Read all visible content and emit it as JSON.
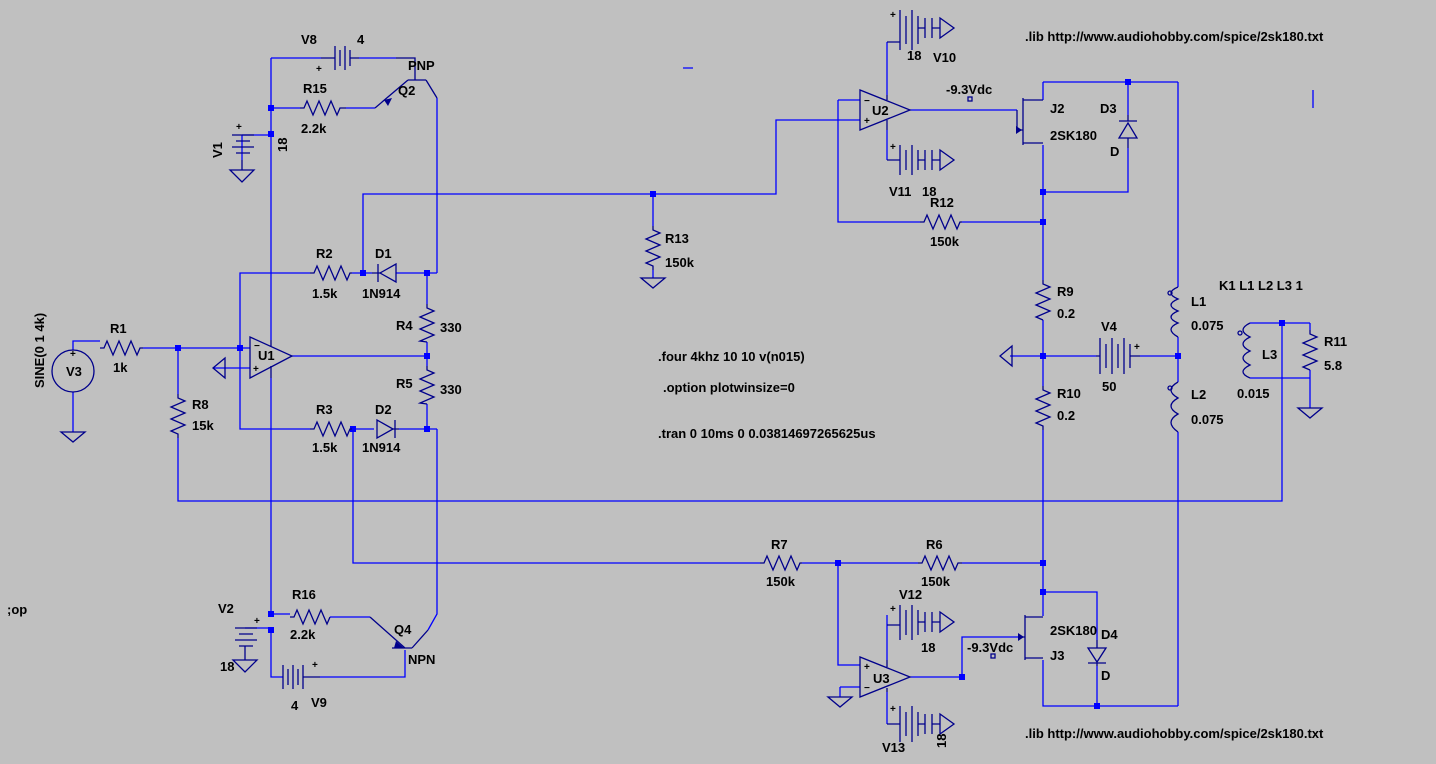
{
  "components": [
    {
      "ref": "R1",
      "value": "1k"
    },
    {
      "ref": "R2",
      "value": "1.5k"
    },
    {
      "ref": "R3",
      "value": "1.5k"
    },
    {
      "ref": "R4",
      "value": "330"
    },
    {
      "ref": "R5",
      "value": "330"
    },
    {
      "ref": "R6",
      "value": "150k"
    },
    {
      "ref": "R7",
      "value": "150k"
    },
    {
      "ref": "R8",
      "value": "15k"
    },
    {
      "ref": "R9",
      "value": "0.2"
    },
    {
      "ref": "R10",
      "value": "0.2"
    },
    {
      "ref": "R11",
      "value": "5.8"
    },
    {
      "ref": "R12",
      "value": "150k"
    },
    {
      "ref": "R13",
      "value": "150k"
    },
    {
      "ref": "R15",
      "value": "2.2k"
    },
    {
      "ref": "R16",
      "value": "2.2k"
    },
    {
      "ref": "D1",
      "value": "1N914"
    },
    {
      "ref": "D2",
      "value": "1N914"
    },
    {
      "ref": "D3",
      "value": "D"
    },
    {
      "ref": "D4",
      "value": "D"
    },
    {
      "ref": "Q2",
      "value": "PNP"
    },
    {
      "ref": "Q4",
      "value": "NPN"
    },
    {
      "ref": "J2",
      "value": "2SK180"
    },
    {
      "ref": "J3",
      "value": "2SK180"
    },
    {
      "ref": "U1",
      "value": ""
    },
    {
      "ref": "U2",
      "value": ""
    },
    {
      "ref": "U3",
      "value": ""
    },
    {
      "ref": "V1",
      "value": "18"
    },
    {
      "ref": "V2",
      "value": "18"
    },
    {
      "ref": "V3",
      "value": "SINE(0 1 4k)"
    },
    {
      "ref": "V4",
      "value": "50"
    },
    {
      "ref": "V8",
      "value": "4"
    },
    {
      "ref": "V9",
      "value": "4"
    },
    {
      "ref": "V10",
      "value": "18"
    },
    {
      "ref": "V11",
      "value": "18"
    },
    {
      "ref": "V12",
      "value": "18"
    },
    {
      "ref": "V13",
      "value": "18"
    },
    {
      "ref": "L1",
      "value": "0.075"
    },
    {
      "ref": "L2",
      "value": "0.075"
    },
    {
      "ref": "L3",
      "value": "0.015"
    }
  ],
  "net_labels": {
    "j2_gate": "-9.3Vdc",
    "j3_gate": "-9.3Vdc"
  },
  "directives": {
    "lib_top": ".lib http://www.audiohobby.com/spice/2sk180.txt",
    "lib_bottom": ".lib http://www.audiohobby.com/spice/2sk180.txt",
    "coupling": "K1 L1 L2 L3 1",
    "four": ".four 4khz 10 10 v(n015)",
    "option": ".option plotwinsize=0",
    "tran": ".tran 0 10ms 0 0.03814697265625us",
    "op": ";op"
  }
}
